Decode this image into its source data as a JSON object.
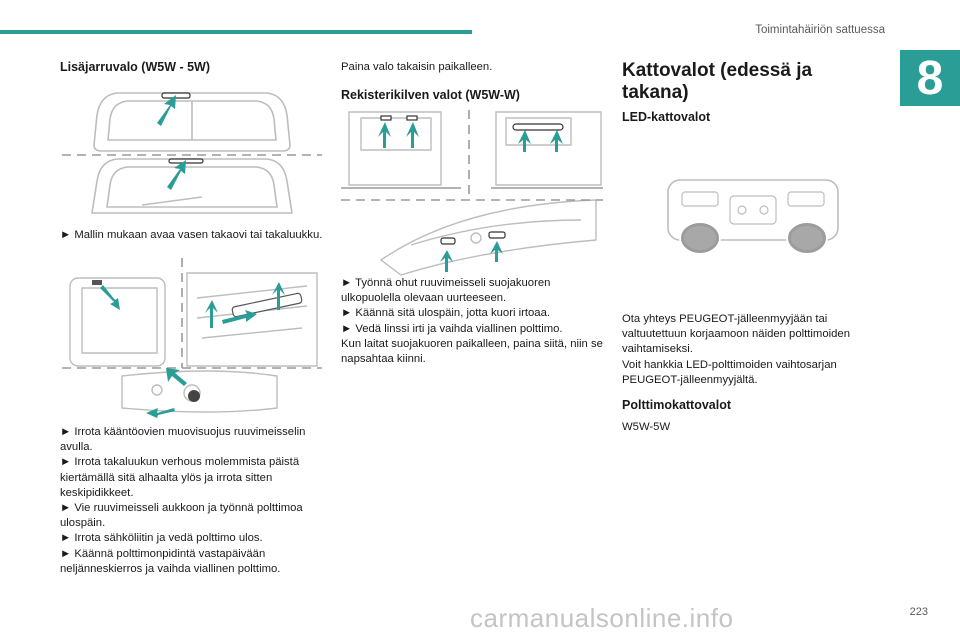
{
  "header": {
    "chapter_title": "Toimintahäiriön sattuessa",
    "chapter_number": "8"
  },
  "footer": {
    "page_number": "223",
    "watermark": "carmanualsonline.info"
  },
  "colors": {
    "accent": "#2a9d96",
    "text": "#1a1a1a"
  },
  "col1": {
    "heading": "Lisäjarruvalo (W5W - 5W)",
    "step1": "► Mallin mukaan avaa vasen takaovi tai takaluukku.",
    "steps2": [
      "► Irrota kääntöovien muovisuojus ruuvimeisselin avulla.",
      "► Irrota takaluukun verhous molemmista päistä kiertämällä sitä alhaalta ylös ja irrota sitten keskipidikkeet.",
      "► Vie ruuvimeisseli aukkoon ja työnnä polttimoa ulospäin.",
      "► Irrota sähköliitin ja vedä polttimo ulos.",
      "► Käännä polttimonpidintä vastapäivään neljänneskierros ja vaihda viallinen polttimo."
    ]
  },
  "col2": {
    "intro": "Paina valo takaisin paikalleen.",
    "heading": "Rekisterikilven valot (W5W-W)",
    "steps": [
      "► Työnnä ohut ruuvimeisseli suojakuoren ulkopuolella olevaan uurteeseen.",
      "► Käännä sitä ulospäin, jotta kuori irtoaa.",
      "► Vedä linssi irti ja vaihda viallinen polttimo."
    ],
    "note": "Kun laitat suojakuoren paikalleen, paina siitä, niin se napsahtaa kiinni."
  },
  "col3": {
    "heading": "Kattovalot (edessä ja takana)",
    "sub1": "LED-kattovalot",
    "para1": "Ota yhteys PEUGEOT-jälleenmyyjään tai valtuutettuun korjaamoon näiden polttimoiden vaihtamiseksi.",
    "para2": "Voit hankkia LED-polttimoiden vaihtosarjan PEUGEOT-jälleenmyyjältä.",
    "sub2": "Polttimokattovalot",
    "bulb": "W5W-5W"
  }
}
